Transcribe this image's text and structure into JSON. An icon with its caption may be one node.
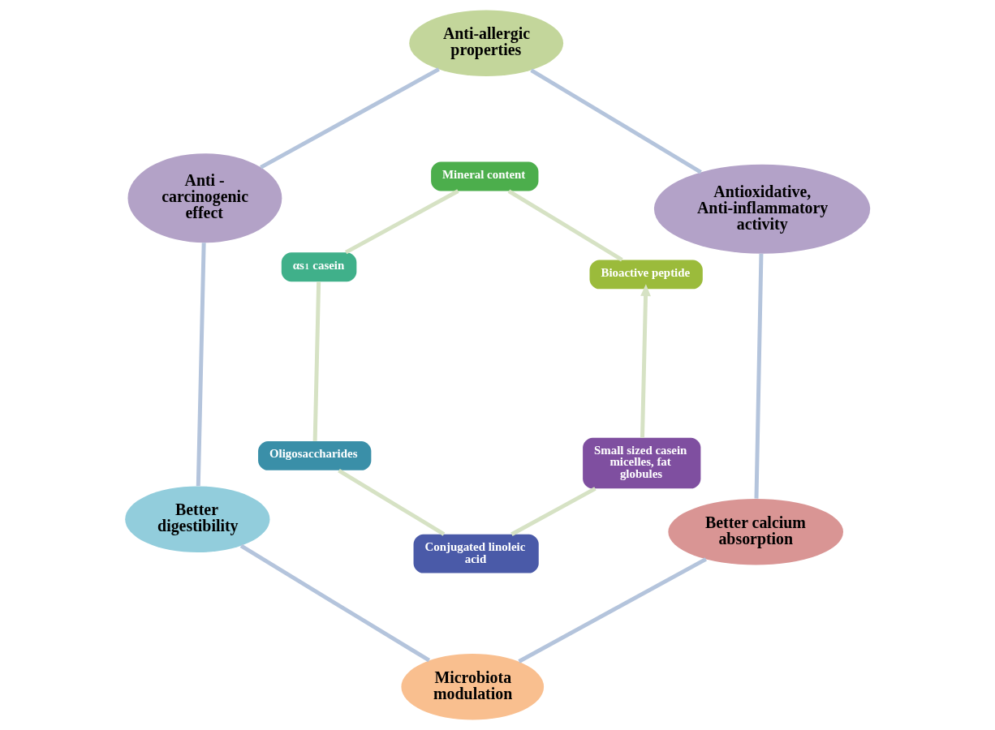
{
  "diagram": {
    "nodes": [
      {
        "text": [
          "Antioxidative, Anti-inflammatory activity"
        ]
      },
      {
        "text": [
          "Bioactive peptide"
        ]
      },
      {
        "text": [
          "Better calcium absorption"
        ]
      },
      {
        "text": [
          "Anti-allergic properties"
        ]
      },
      {
        "text": [
          "Small sized casein micelles, fat globules"
        ]
      },
      {
        "text": [
          "Mineral content"
        ]
      },
      {
        "text": [
          "Conjugated linoleic acid"
        ]
      },
      {
        "text": [
          "αs$_{1}$ casein"
        ]
      },
      {
        "text": [
          "Anti - carcinogenic effect"
        ]
      },
      {
        "text": [
          "Microbiota modulation"
        ]
      },
      {
        "text": [
          "Oligosaccharides"
        ]
      },
      {
        "text": [
          "Better digestibility"
        ]
      }
    ],
    "edges": [
      {
        "from": 0,
        "to": 3,
        "arrow": "none",
        "color": "#b4c4dc"
      },
      {
        "from": 3,
        "to": 8,
        "arrow": "none",
        "color": "#b4c4dc"
      },
      {
        "from": 8,
        "to": 11,
        "arrow": "none",
        "color": "#b4c4dc"
      },
      {
        "from": 11,
        "to": 9,
        "arrow": "none",
        "color": "#b4c4dc"
      },
      {
        "from": 9,
        "to": 2,
        "arrow": "none",
        "color": "#b4c4dc"
      },
      {
        "from": 2,
        "to": 0,
        "arrow": "none",
        "color": "#b4c4dc"
      },
      {
        "from": 1,
        "to": 5,
        "arrow": "none",
        "color": "#d6e2c4"
      },
      {
        "from": 5,
        "to": 7,
        "arrow": "none",
        "color": "#d6e2c4"
      },
      {
        "from": 7,
        "to": 10,
        "arrow": "none",
        "color": "#d6e2c4"
      },
      {
        "from": 10,
        "to": 6,
        "arrow": "none",
        "color": "#d6e2c4"
      },
      {
        "from": 6,
        "to": 4,
        "arrow": "none",
        "color": "#d6e2c4"
      },
      {
        "from": 4,
        "to": 1,
        "arrow": "to",
        "color": "#d6e2c4"
      }
    ]
  }
}
